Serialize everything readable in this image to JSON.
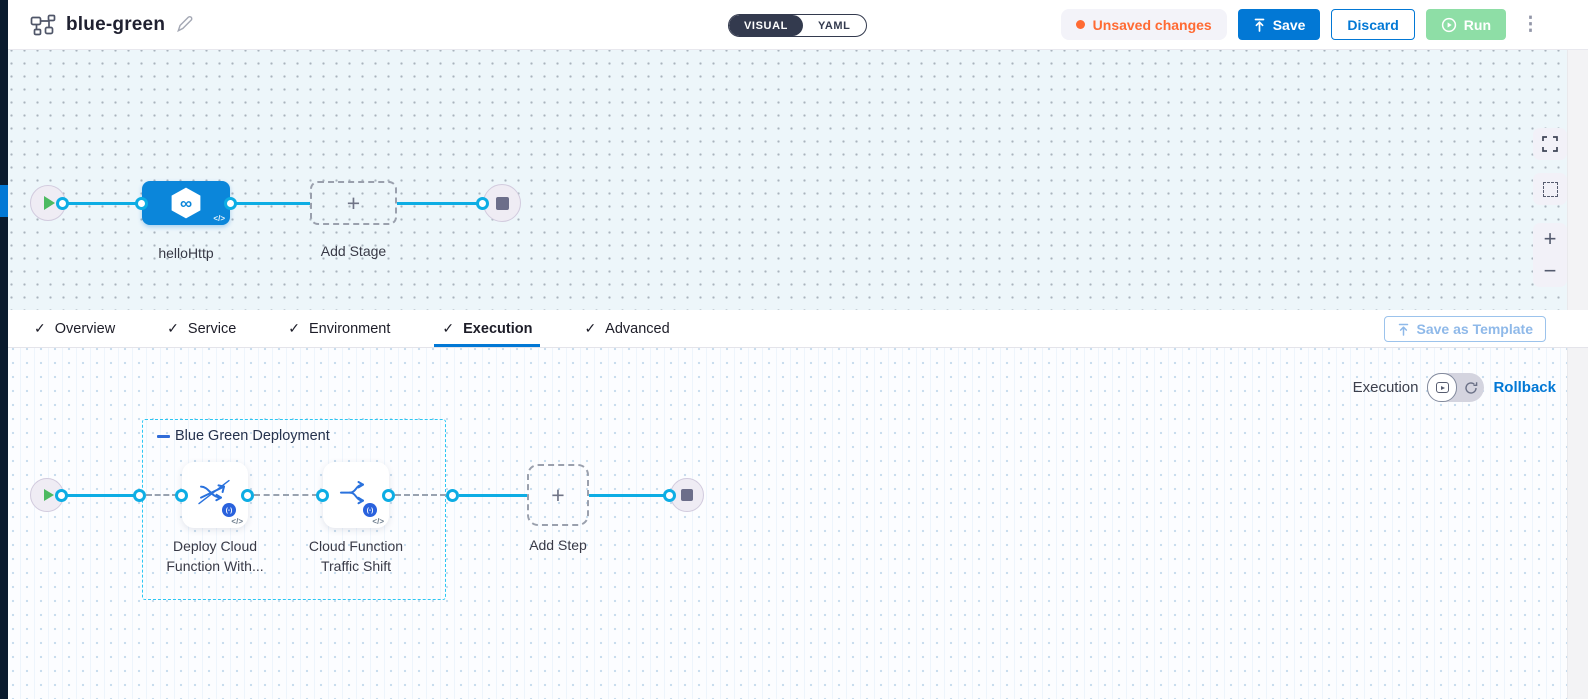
{
  "header": {
    "title": "blue-green",
    "visual_label": "VISUAL",
    "yaml_label": "YAML",
    "unsaved_label": "Unsaved changes",
    "save_label": "Save",
    "discard_label": "Discard",
    "run_label": "Run"
  },
  "stage_canvas": {
    "stage_name": "helloHttp",
    "add_stage_label": "Add Stage"
  },
  "tabs": {
    "items": [
      {
        "label": "Overview"
      },
      {
        "label": "Service"
      },
      {
        "label": "Environment"
      },
      {
        "label": "Execution"
      },
      {
        "label": "Advanced"
      }
    ],
    "active_tab": "Execution",
    "save_as_template_label": "Save as Template"
  },
  "execution_canvas": {
    "mode_label": "Execution",
    "rollback_label": "Rollback",
    "group": {
      "label": "Blue Green Deployment",
      "steps": [
        {
          "label": "Deploy Cloud Function With..."
        },
        {
          "label": "Cloud Function Traffic Shift"
        }
      ]
    },
    "add_step_label": "Add Step",
    "badge_glyph": "(-)"
  },
  "glyphs": {
    "plus": "+",
    "minus": "−",
    "check": "✓",
    "kebab": "⋮",
    "infinity": "∞",
    "code": "</>"
  },
  "colors": {
    "accent_blue": "#0278d5",
    "stage_blue": "#0b86da",
    "canvas_line_cyan": "#0dade4",
    "unsaved_orange": "#ff6a33",
    "run_green_disabled": "#8edea6",
    "dark_navy": "#0a1b2e",
    "group_border_cyan": "#2cc7f3"
  }
}
